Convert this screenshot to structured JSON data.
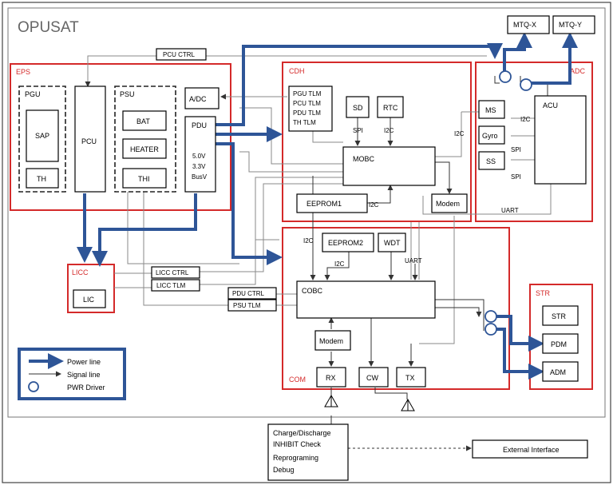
{
  "title": "OPUSAT",
  "colors": {
    "power_line": "#2e5597",
    "signal_line": "#8a8a8a",
    "subsystem_border": "#d42a2a"
  },
  "subsystems": {
    "eps": "EPS",
    "cdh": "CDH",
    "adc": "ADC",
    "com": "COM",
    "str": "STR",
    "licc": "LICC"
  },
  "blocks": {
    "pgu": "PGU",
    "sap": "SAP",
    "th1": "TH",
    "pcu": "PCU",
    "psu": "PSU",
    "bat": "BAT",
    "heater": "HEATER",
    "th2": "THI",
    "adc": "A/DC",
    "pdu": "PDU",
    "pdu_v1": "5.0V",
    "pdu_v2": "3.3V",
    "pdu_v3": "BusV",
    "tlm1": "PGU TLM",
    "tlm2": "PCU TLM",
    "tlm3": "PDU TLM",
    "tlm4": "TH TLM",
    "sd": "SD",
    "rtc": "RTC",
    "mobc": "MOBC",
    "eeprom1": "EEPROM1",
    "modem_cdh": "Modem",
    "ms": "MS",
    "gyro": "Gyro",
    "ss": "SS",
    "acu": "ACU",
    "mtqx": "MTQ-X",
    "mtqy": "MTQ-Y",
    "eeprom2": "EEPROM2",
    "wdt": "WDT",
    "cobc": "COBC",
    "modem_com": "Modem",
    "rx": "RX",
    "cw": "CW",
    "tx": "TX",
    "lic": "LIC",
    "str_unit": "STR",
    "pdm": "PDM",
    "adm": "ADM"
  },
  "line_labels": {
    "pcu_ctrl": "PCU CTRL",
    "licc_ctrl": "LICC CTRL",
    "licc_tlm": "LICC TLM",
    "pdu_ctrl": "PDU CTRL",
    "psu_tlm": "PSU TLM",
    "spi_sd": "SPI",
    "i2c_rtc": "I2C",
    "i2c_cdh": "I2C",
    "i2c_eeprom1": "I2C",
    "i2c_ms": "I2C",
    "spi_gyro": "SPI",
    "spi_ss": "SPI",
    "uart_adc": "UART",
    "i2c_com": "I2C",
    "i2c_eeprom2": "I2C",
    "uart_com": "UART"
  },
  "legend": {
    "power": "Power line",
    "signal": "Signal line",
    "driver": "PWR Driver"
  },
  "ground_box": {
    "line1": "Charge/Discharge",
    "line2": "INHIBIT Check",
    "line3": "Reprograming",
    "line4": "Debug"
  },
  "external_interface": "External Interface"
}
